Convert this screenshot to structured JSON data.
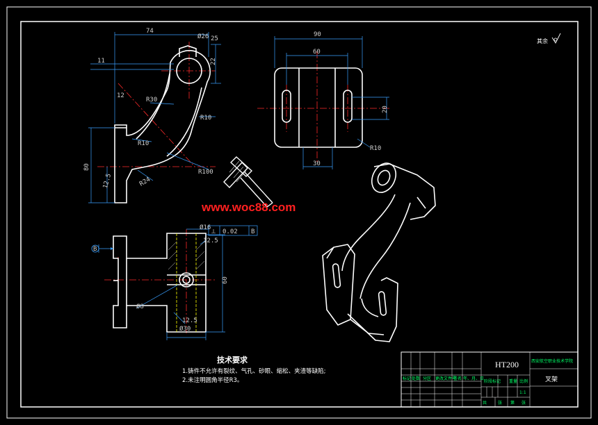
{
  "colors": {
    "background": "#000000",
    "outline": "#ffffff",
    "centerline": "#ff2a2a",
    "dimension": "#3aa0ff",
    "hidden": "#ffff00",
    "titleblock_text": "#00ff66",
    "watermark": "#ff2020"
  },
  "dimensions": {
    "d74": "74",
    "d26": "Ø26",
    "d25": "25",
    "d22": "22",
    "d11": "11",
    "d12": "12",
    "r30": "R30",
    "r10_a": "R10",
    "r10_b": "R10",
    "r100": "R100",
    "r24": "R24",
    "d80": "80",
    "d12_5_side": "12.5",
    "d90": "90",
    "d60_top": "60",
    "d20": "20",
    "d30_top": "30",
    "r10_top": "R10",
    "d_bore": "Ø16",
    "tol_flatness": "0.02",
    "tol_datum": "B",
    "d12_5_rough": "12.5",
    "d60_front": "60",
    "d12_5_bottom": "12.5",
    "d30_front": "Ø30",
    "d8": "Ø8",
    "datum_b": "B"
  },
  "surface_finish": "其余",
  "watermark": "www.woc88.com",
  "tech_requirements": {
    "title": "技术要求",
    "items": [
      "1.铸件不允许有裂纹、气孔、砂眼、缩松、夹渣等缺陷;",
      "2.未注明圆角半径R3。"
    ]
  },
  "title_block": {
    "material": "HT200",
    "company": "西安航空职业技术学院",
    "part_name": "叉架",
    "scale": "1:1",
    "row_labels": [
      "标记",
      "处数",
      "分区",
      "更改文件号",
      "签名",
      "年、月、日"
    ],
    "lower_labels": [
      "阶段标记",
      "重量",
      "比例"
    ],
    "sheet_labels": [
      "共",
      "张",
      "第",
      "张"
    ]
  }
}
